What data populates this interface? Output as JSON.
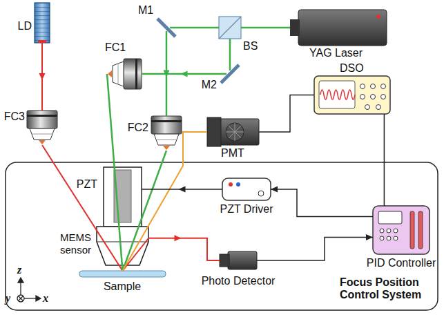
{
  "diagram": {
    "nodes": [
      {
        "text": [
          "LD"
        ]
      },
      {
        "text": [
          "M1"
        ]
      },
      {
        "text": [
          "BS"
        ]
      },
      {
        "text": [
          "YAG Laser"
        ]
      },
      {
        "text": [
          "FC1"
        ]
      },
      {
        "text": [
          "M2"
        ]
      },
      {
        "text": [
          "FC3"
        ]
      },
      {
        "text": [
          "FC2"
        ]
      },
      {
        "text": [
          "DSO"
        ]
      },
      {
        "text": [
          "PMT"
        ]
      },
      {
        "text": [
          "Focus Position Control System"
        ]
      },
      {
        "text": [
          "PZT"
        ],
        "in": 10
      },
      {
        "text": [
          "PZT Driver"
        ],
        "in": 10
      },
      {
        "text": [
          "MEMS sensor"
        ],
        "in": 10
      },
      {
        "text": [
          "PID Controller"
        ],
        "in": 10
      },
      {
        "text": [
          "Sample"
        ],
        "in": 10
      },
      {
        "text": [
          "Photo Detector"
        ],
        "in": 10
      }
    ],
    "edges": [
      {
        "from": 3,
        "to": 2,
        "arrow": "none"
      },
      {
        "from": 2,
        "to": 1,
        "arrow": "none"
      },
      {
        "from": 1,
        "to": 7,
        "arrow": "to"
      },
      {
        "from": 2,
        "to": 5,
        "arrow": "none"
      },
      {
        "from": 5,
        "to": 4,
        "arrow": "to"
      },
      {
        "from": 0,
        "to": 6,
        "arrow": "to"
      },
      {
        "from": 6,
        "to": 15,
        "arrow": "none"
      },
      {
        "from": 4,
        "to": 15,
        "arrow": "none"
      },
      {
        "from": 7,
        "to": 15,
        "arrow": "none"
      },
      {
        "from": 13,
        "to": 16,
        "arrow": "to"
      },
      {
        "from": 15,
        "to": 9,
        "arrow": "none"
      },
      {
        "from": 9,
        "to": 8,
        "arrow": "none"
      },
      {
        "from": 14,
        "to": 8,
        "arrow": "none"
      },
      {
        "from": 14,
        "to": 12,
        "arrow": "to"
      },
      {
        "from": 12,
        "to": 11,
        "arrow": "to"
      },
      {
        "from": 16,
        "to": 14,
        "arrow": "to"
      }
    ],
    "labels": [
      "z",
      "y",
      "x"
    ]
  }
}
